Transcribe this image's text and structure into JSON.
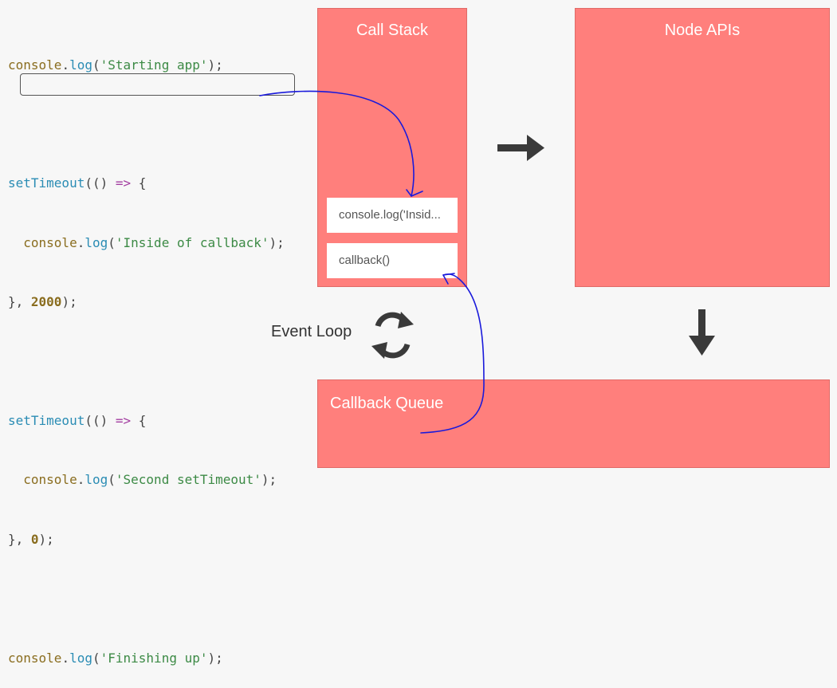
{
  "code": {
    "line1": {
      "ident": "console",
      "dot": ".",
      "fn": "log",
      "open": "(",
      "str": "'Starting app'",
      "close": ");"
    },
    "line3": {
      "fn": "setTimeout",
      "open": "((",
      "close": ")",
      "arrow": "=>",
      "brace": "{"
    },
    "line4": {
      "ident": "console",
      "dot": ".",
      "fn": "log",
      "open": "(",
      "str": "'Inside of callback'",
      "close": ");"
    },
    "line5": {
      "brace": "},",
      "num": "2000",
      "close": ");"
    },
    "line7": {
      "fn": "setTimeout",
      "open": "((",
      "close": ")",
      "arrow": "=>",
      "brace": "{"
    },
    "line8": {
      "ident": "console",
      "dot": ".",
      "fn": "log",
      "open": "(",
      "str": "'Second setTimeout'",
      "close": ");"
    },
    "line9": {
      "brace": "},",
      "num": "0",
      "close": ");"
    },
    "line11": {
      "ident": "console",
      "dot": ".",
      "fn": "log",
      "open": "(",
      "str": "'Finishing up'",
      "close": ");"
    }
  },
  "call_stack": {
    "title": "Call Stack",
    "frames": [
      "console.log('Insid...",
      "callback()"
    ]
  },
  "node_apis": {
    "title": "Node APIs"
  },
  "callback_queue": {
    "title": "Callback Queue"
  },
  "event_loop": {
    "label": "Event Loop"
  },
  "icons": {
    "event_loop": "refresh-cycle-icon",
    "right_arrow": "right-arrow-icon",
    "down_arrow": "down-arrow-icon"
  },
  "colors": {
    "panel": "#ff7f7c",
    "annotation": "#1a1adb",
    "arrow": "#3a3a3a",
    "background": "#f7f7f7"
  }
}
